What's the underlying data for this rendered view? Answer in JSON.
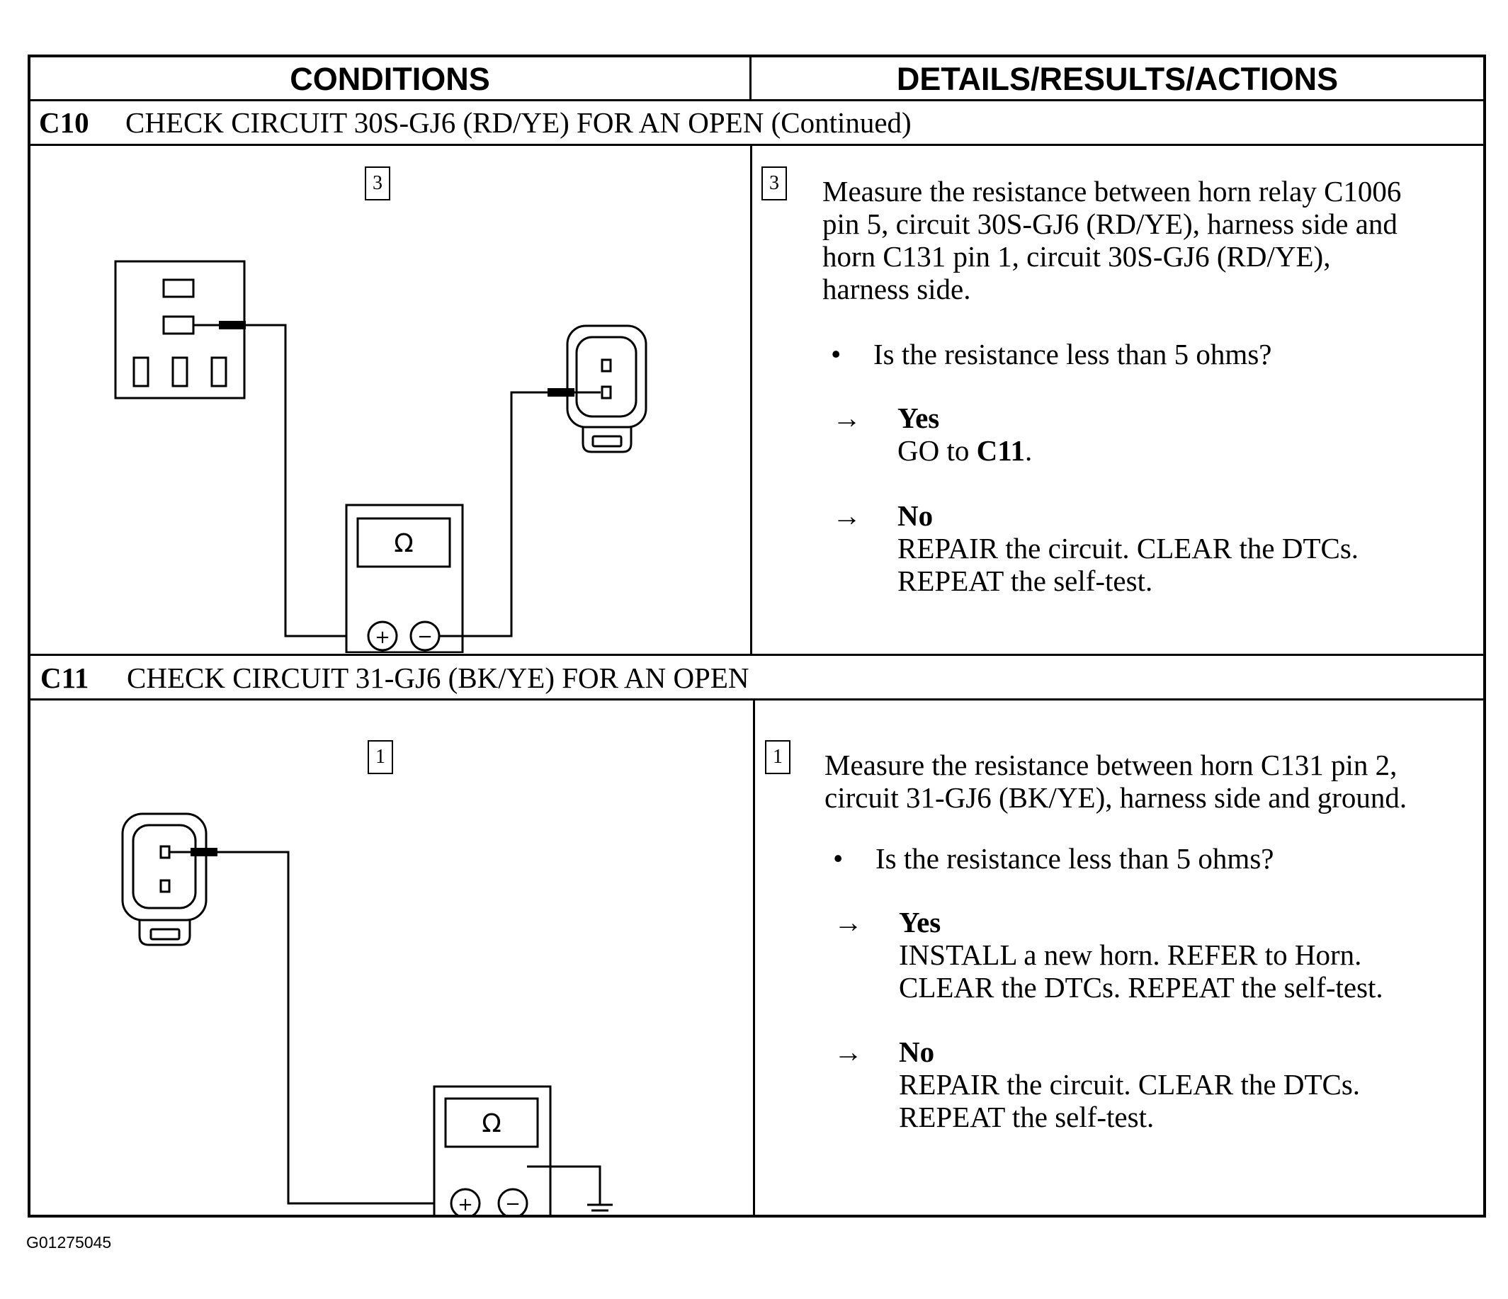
{
  "header": {
    "conditions": "CONDITIONS",
    "details": "DETAILS/RESULTS/ACTIONS"
  },
  "steps": [
    {
      "code": "C10",
      "title": "CHECK CIRCUIT 30S-GJ6 (RD/YE) FOR AN OPEN (Continued)",
      "diagram_step": "3",
      "meter_symbol": "Ω",
      "detail_step": "3",
      "detail_lines": [
        "Measure the resistance between horn relay C1006",
        "pin 5, circuit 30S-GJ6 (RD/YE), harness side and",
        "horn C131 pin 1, circuit 30S-GJ6 (RD/YE),",
        "harness side."
      ],
      "bullet": "Is the resistance less than 5 ohms?",
      "yes_label": "Yes",
      "yes_text_prefix": "GO to ",
      "yes_text_bold": "C11",
      "yes_text_suffix": ".",
      "no_label": "No",
      "no_lines": [
        "REPAIR the circuit. CLEAR the DTCs.",
        "REPEAT the self-test."
      ]
    },
    {
      "code": "C11",
      "title": "CHECK CIRCUIT 31-GJ6 (BK/YE) FOR AN OPEN",
      "diagram_step": "1",
      "meter_symbol": "Ω",
      "detail_step": "1",
      "detail_lines": [
        "Measure the resistance between horn C131 pin 2,",
        "circuit 31-GJ6 (BK/YE), harness side and ground."
      ],
      "bullet": "Is the resistance less than 5 ohms?",
      "yes_label": "Yes",
      "yes_lines": [
        "INSTALL a new horn. REFER to Horn.",
        "CLEAR the DTCs. REPEAT the self-test."
      ],
      "no_label": "No",
      "no_lines": [
        "REPAIR the circuit. CLEAR the DTCs.",
        "REPEAT the self-test."
      ]
    }
  ],
  "arrow_symbol": "→",
  "bullet_symbol": "•",
  "meter_plus": "+",
  "meter_minus": "−",
  "figure_id": "G01275045"
}
